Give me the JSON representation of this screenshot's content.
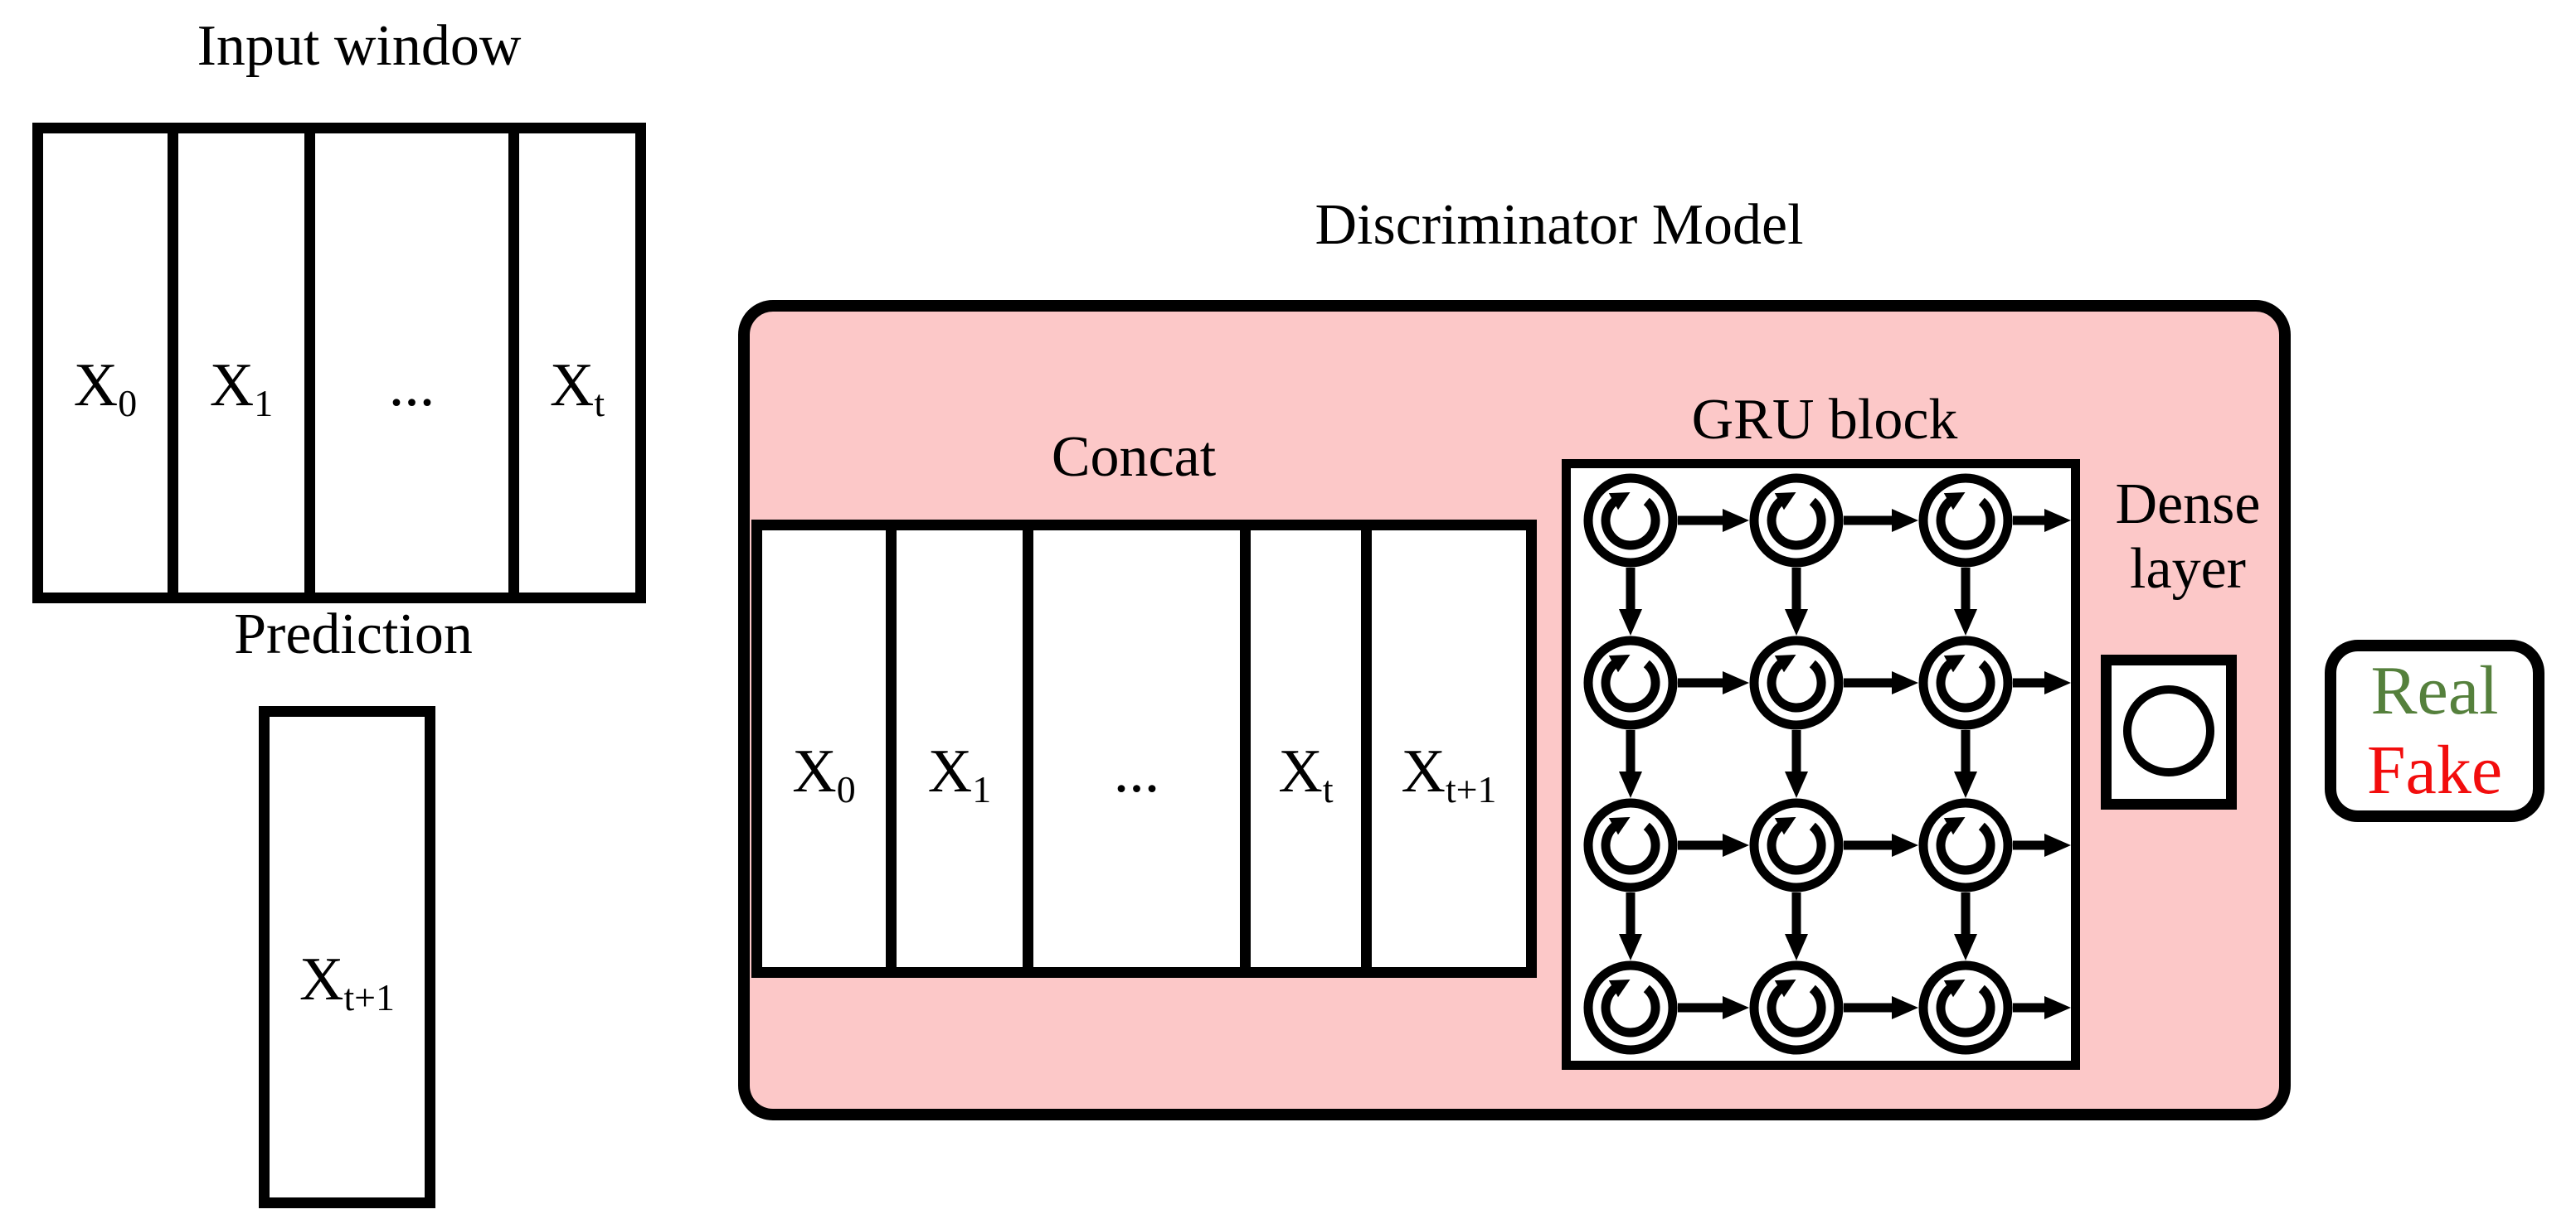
{
  "panels": {
    "input_window": {
      "title": "Input window",
      "cells": [
        {
          "base": "X",
          "sub": "0"
        },
        {
          "base": "X",
          "sub": "1"
        },
        {
          "base": "...",
          "sub": ""
        },
        {
          "base": "X",
          "sub": "t"
        }
      ]
    },
    "prediction": {
      "title": "Prediction",
      "cell": {
        "base": "X",
        "sub": "t+1"
      }
    },
    "discriminator": {
      "title": "Discriminator Model",
      "concat": {
        "title": "Concat",
        "cells": [
          {
            "base": "X",
            "sub": "0"
          },
          {
            "base": "X",
            "sub": "1"
          },
          {
            "base": "...",
            "sub": ""
          },
          {
            "base": "X",
            "sub": "t"
          },
          {
            "base": "X",
            "sub": "t+1"
          }
        ]
      },
      "gru": {
        "title": "GRU block",
        "rows": 4,
        "cols": 3,
        "unit_icon": "clockwise-rotation-arrow-icon"
      },
      "dense": {
        "title_line1": "Dense",
        "title_line2": "layer",
        "node_icon": "circle-neuron-icon"
      }
    },
    "output": {
      "real": "Real",
      "fake": "Fake"
    }
  },
  "colors": {
    "panel_pink": "#FCC8C8",
    "real_green": "#55803C",
    "fake_red": "#F20D0D",
    "line_black": "#000000"
  }
}
